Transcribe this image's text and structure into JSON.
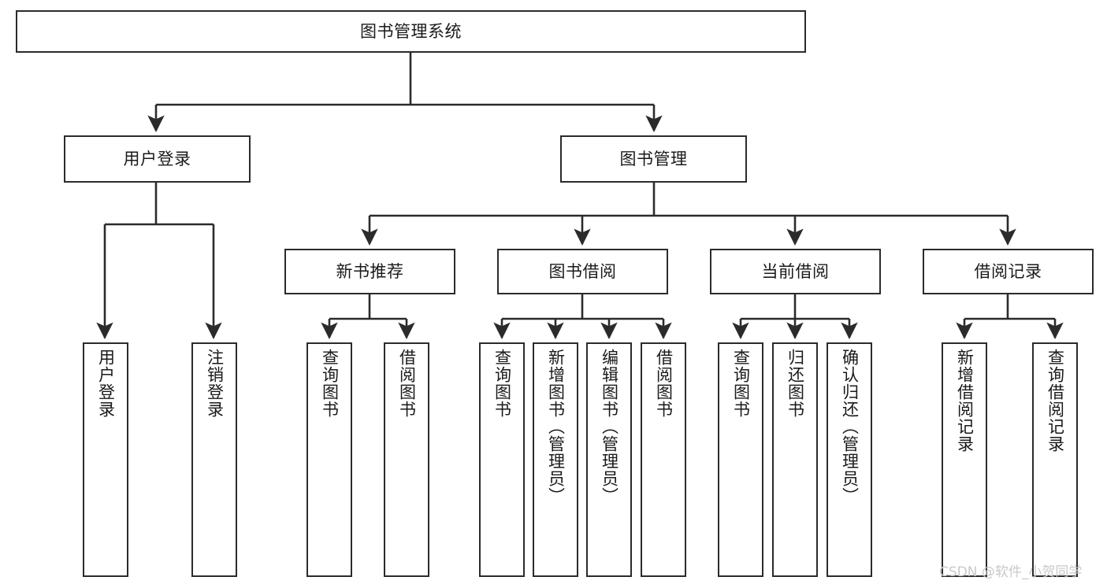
{
  "diagram": {
    "title": "图书管理系统",
    "type": "tree-hierarchy",
    "orientation": "top-down",
    "colors": {
      "box_border": "#2b2b2b",
      "box_fill": "#ffffff",
      "connector": "#2b2b2b",
      "text": "#1a1a1a",
      "watermark": "#c9c9c9",
      "background": "#ffffff"
    }
  },
  "watermark": {
    "text": "CSDN @软件_小贺同学"
  },
  "nodes": {
    "root": {
      "label": "图书管理系统",
      "level": 0
    },
    "level1": [
      {
        "id": "user-login",
        "label": "用户登录"
      },
      {
        "id": "book-management",
        "label": "图书管理"
      }
    ],
    "level2": [
      {
        "id": "new-book-recommend",
        "label": "新书推荐",
        "parent": "book-management"
      },
      {
        "id": "book-borrow",
        "label": "图书借阅",
        "parent": "book-management"
      },
      {
        "id": "current-borrow",
        "label": "当前借阅",
        "parent": "book-management"
      },
      {
        "id": "borrow-record",
        "label": "借阅记录",
        "parent": "book-management"
      }
    ],
    "leaves": [
      {
        "id": "leaf-user-login",
        "label": "用户登录",
        "parent": "user-login"
      },
      {
        "id": "leaf-user-logout",
        "label": "注销登录",
        "parent": "user-login"
      },
      {
        "id": "leaf-query-book-1",
        "label": "查询图书",
        "parent": "new-book-recommend"
      },
      {
        "id": "leaf-borrow-book-1",
        "label": "借阅图书",
        "parent": "new-book-recommend"
      },
      {
        "id": "leaf-query-book-2",
        "label": "查询图书",
        "parent": "book-borrow"
      },
      {
        "id": "leaf-add-book",
        "label": "新增图书（管理员）",
        "parent": "book-borrow"
      },
      {
        "id": "leaf-edit-book",
        "label": "编辑图书（管理员）",
        "parent": "book-borrow"
      },
      {
        "id": "leaf-borrow-book-2",
        "label": "借阅图书",
        "parent": "book-borrow"
      },
      {
        "id": "leaf-query-book-3",
        "label": "查询图书",
        "parent": "current-borrow"
      },
      {
        "id": "leaf-return-book",
        "label": "归还图书",
        "parent": "current-borrow"
      },
      {
        "id": "leaf-confirm-return",
        "label": "确认归还（管理员）",
        "parent": "current-borrow"
      },
      {
        "id": "leaf-add-record",
        "label": "新增借阅记录",
        "parent": "borrow-record"
      },
      {
        "id": "leaf-query-record",
        "label": "查询借阅记录",
        "parent": "borrow-record"
      }
    ]
  }
}
